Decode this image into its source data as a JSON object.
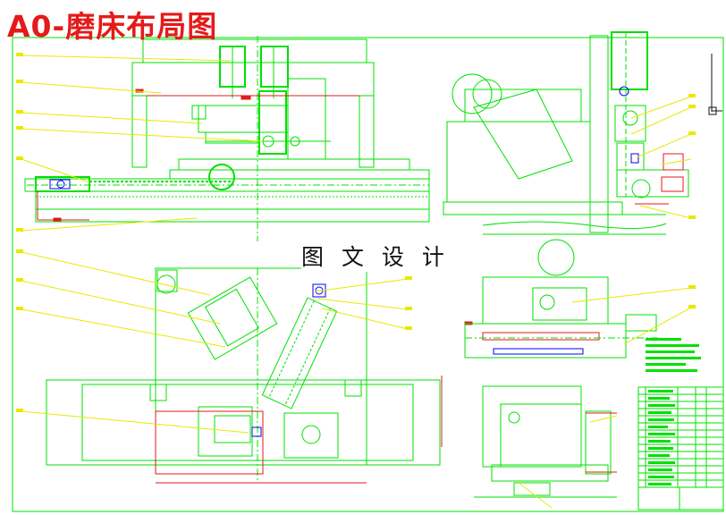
{
  "drawing": {
    "title": "A0-磨床布局图",
    "watermark": "图 文 设 计",
    "line_color": "#00e000",
    "leader_color": "#e8e800",
    "dim_color": "#e51a1a",
    "detail_color": "#0000ff",
    "title_color": "#e51a1a"
  },
  "views": [
    {
      "id": "front-elevation"
    },
    {
      "id": "side-elevation"
    },
    {
      "id": "plan-view"
    },
    {
      "id": "section-view-right"
    },
    {
      "id": "detail-view-bottom-right"
    },
    {
      "id": "parts-list-table"
    }
  ]
}
